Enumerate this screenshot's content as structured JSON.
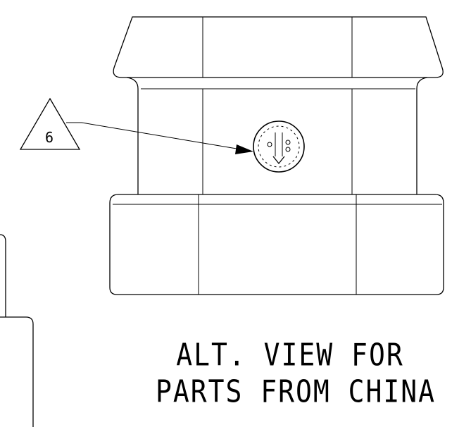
{
  "callout": {
    "number": "6"
  },
  "view_label": {
    "line1": "ALT. VIEW FOR",
    "line2": "PARTS FROM CHINA"
  }
}
